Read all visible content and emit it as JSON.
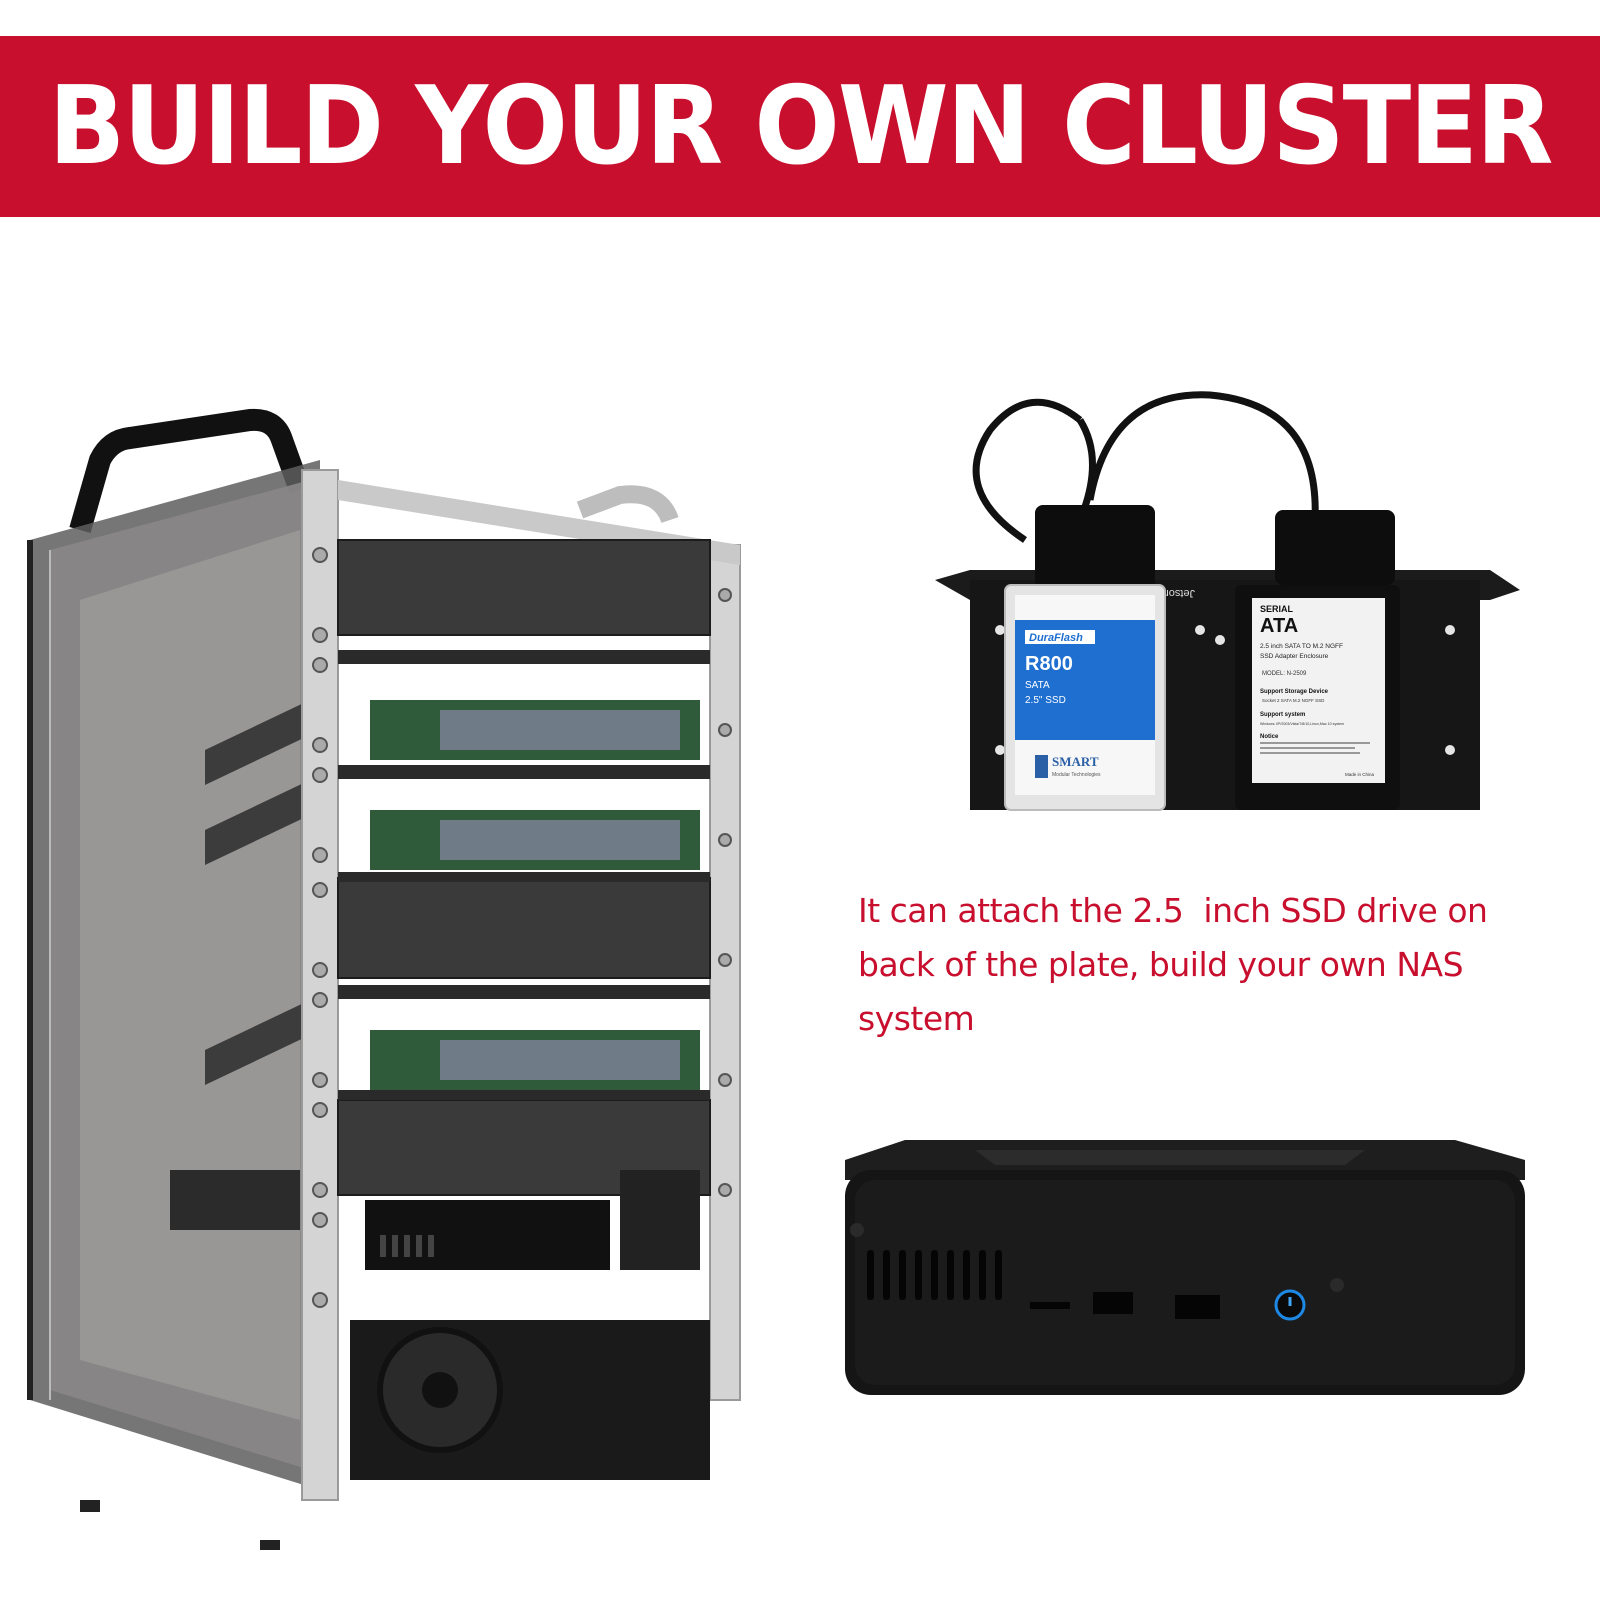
{
  "banner": {
    "title": "BUILD YOUR OWN CLUSTER",
    "background_color": "#c8102e",
    "text_color": "#ffffff"
  },
  "caption": {
    "lines": [
      "It can attach the 2.5  inch SSD drive on",
      "back of the plate, build your own NAS",
      "system"
    ],
    "color": "#c8102e"
  },
  "ssd_left": {
    "brand": "DuraFlash",
    "model": "R800",
    "interface": "SATA",
    "size": "2.5\" SSD",
    "maker": "SMART",
    "maker_sub": "Modular Technologies"
  },
  "ssd_right": {
    "header": "SERIAL",
    "logo": "ATA",
    "line1": "2.5 inch SATA TO M.2 NGFF",
    "line2": "SSD  Adapter  Enclosure",
    "model": "MODEL: N-2509",
    "support_device": "Support Storage Device",
    "support_device_detail": "Socket 2 SATA M.2 NGFF SSD",
    "support_system": "Support system",
    "support_system_detail": "Windows XP/2003/Vista/7/8/10,Linux,Mac 10 system",
    "notice": "Notice",
    "origin": "Made in China"
  },
  "plate_text": "Jetson Na",
  "colors": {
    "case_black": "#141414",
    "plate_gray": "#3a3a3a",
    "frame_silver": "#c9c9c9",
    "accent_blue": "#1e88e5"
  }
}
